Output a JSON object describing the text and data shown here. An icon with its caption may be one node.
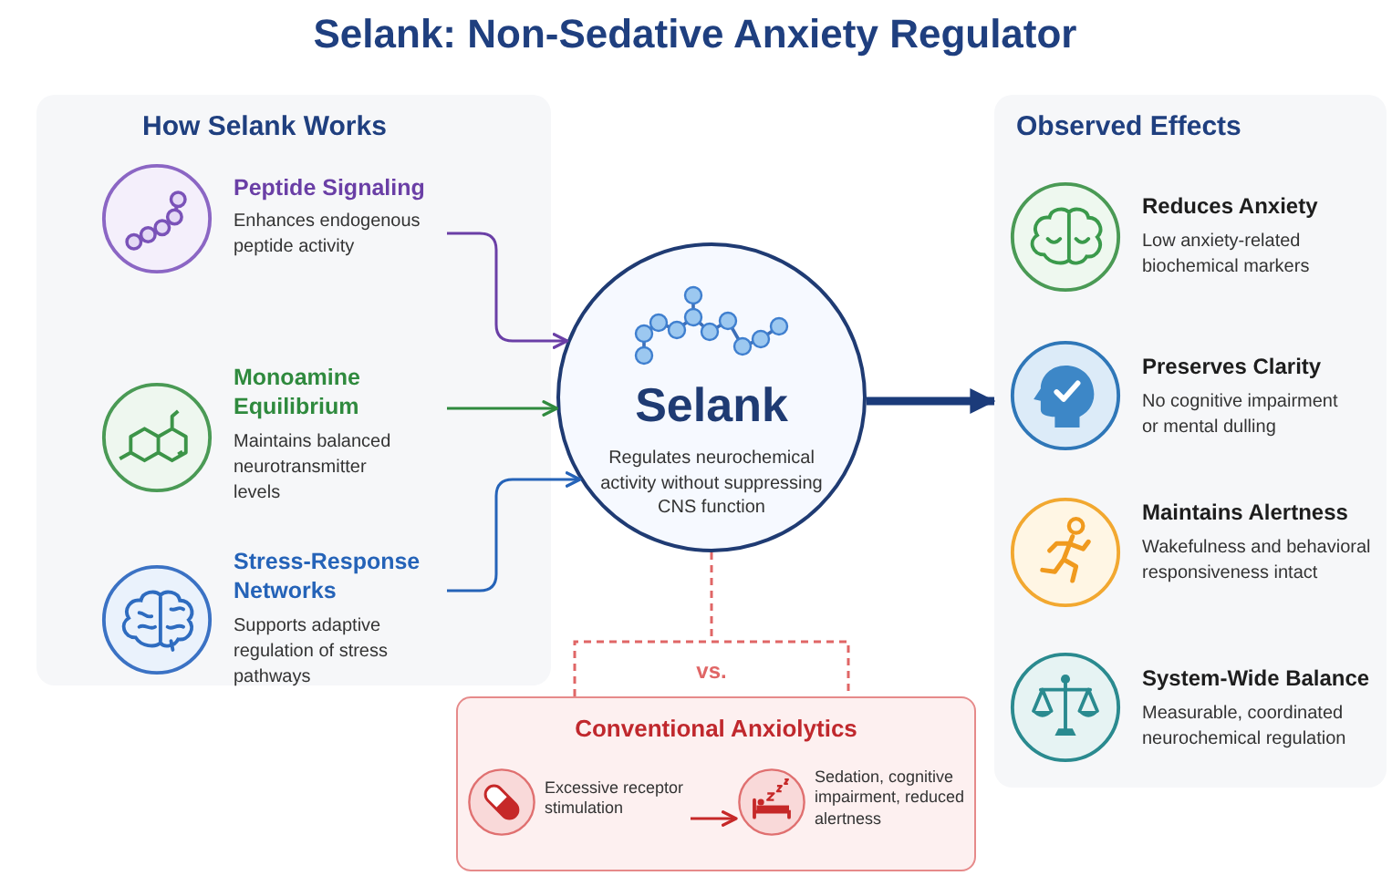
{
  "diagram": {
    "title": "Selank: Non-Sedative Anxiety Regulator",
    "nodes": [
      {
        "text": [
          "How Selank Works"
        ]
      },
      {
        "text": [
          "Peptide Signaling",
          "Enhances endogenous peptide activity"
        ],
        "in": 0
      },
      {
        "text": [
          "Monoamine Equilibrium",
          "Maintains balanced neurotransmitter levels"
        ],
        "in": 0
      },
      {
        "text": [
          "Stress-Response Networks",
          "Supports adaptive regulation of stress pathways"
        ],
        "in": 0
      },
      {
        "text": [
          "Selank",
          "Regulates neurochemical activity without suppressing CNS function"
        ]
      },
      {
        "text": [
          "Observed Effects"
        ]
      },
      {
        "text": [
          "Reduces Anxiety",
          "Low anxiety-related biochemical markers"
        ],
        "in": 5
      },
      {
        "text": [
          "Preserves Clarity",
          "No cognitive impairment or mental dulling"
        ],
        "in": 5
      },
      {
        "text": [
          "Maintains Alertness",
          "Wakefulness and behavioral responsiveness intact"
        ],
        "in": 5
      },
      {
        "text": [
          "System-Wide Balance",
          "Measurable, coordinated neurochemical regulation"
        ],
        "in": 5
      },
      {
        "text": [
          "Conventional Anxiolytics"
        ]
      },
      {
        "text": [
          "Excessive receptor stimulation"
        ],
        "in": 10
      },
      {
        "text": [
          "Sedation, cognitive impairment, reduced alertness"
        ],
        "in": 10
      }
    ],
    "edges": [
      {
        "from": 1,
        "to": 4,
        "arrow": "to",
        "color": "#6a3fa6"
      },
      {
        "from": 2,
        "to": 4,
        "arrow": "to",
        "color": "#2f8a3e"
      },
      {
        "from": 3,
        "to": 4,
        "arrow": "to",
        "color": "#2563b8"
      },
      {
        "from": 4,
        "to": 5,
        "arrow": "to",
        "style": "thick",
        "color": "#1b3b7a"
      },
      {
        "from": 4,
        "to": 10,
        "arrow": "none",
        "style": "dashed",
        "color": "#e06666",
        "label": "vs."
      },
      {
        "from": 11,
        "to": 12,
        "arrow": "to",
        "color": "#c62828"
      }
    ]
  }
}
